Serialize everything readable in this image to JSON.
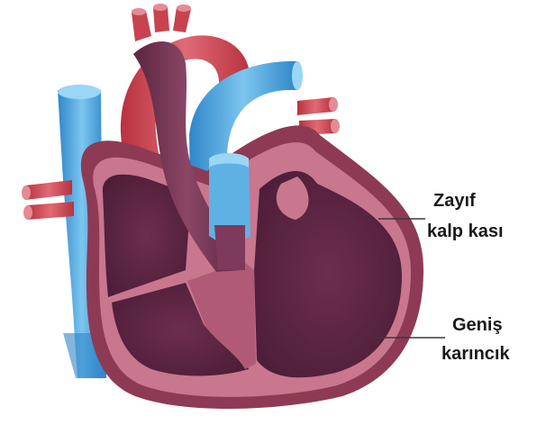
{
  "annotations": {
    "weak_heart_muscle": {
      "line1": "Zayıf",
      "line2": "kalp kası"
    },
    "wide_ventricle": {
      "line1": "Geniş",
      "line2": "karıncık"
    }
  },
  "colors": {
    "artery_red": "#c8434f",
    "vein_blue": "#3a9bd5",
    "heart_outer": "#8e3a55",
    "heart_wall": "#c9768f",
    "chamber_dark": "#5a2440",
    "callout_line": "#3a3a3a"
  }
}
